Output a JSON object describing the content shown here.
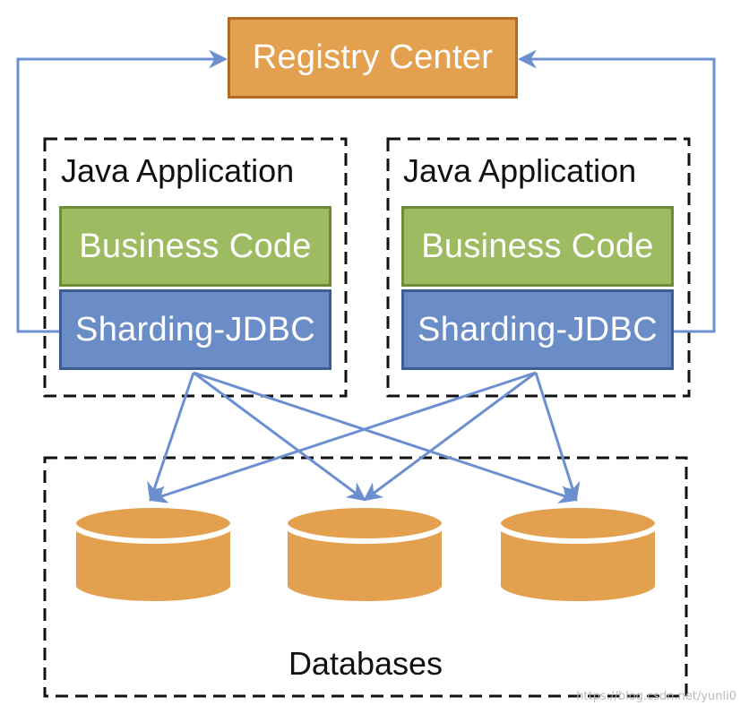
{
  "registry": {
    "label": "Registry Center"
  },
  "apps": [
    {
      "title": "Java Application",
      "business_label": "Business Code",
      "sharding_label": "Sharding-JDBC"
    },
    {
      "title": "Java Application",
      "business_label": "Business Code",
      "sharding_label": "Sharding-JDBC"
    }
  ],
  "databases": {
    "label": "Databases",
    "count": 3
  },
  "watermark": "https://blog.csdn.net/yunli0",
  "colors": {
    "orange_fill": "#e3a04f",
    "orange_border": "#b26c22",
    "green_fill": "#9dbb61",
    "blue_fill": "#6a8cc7",
    "arrow": "#6b8fcf"
  }
}
